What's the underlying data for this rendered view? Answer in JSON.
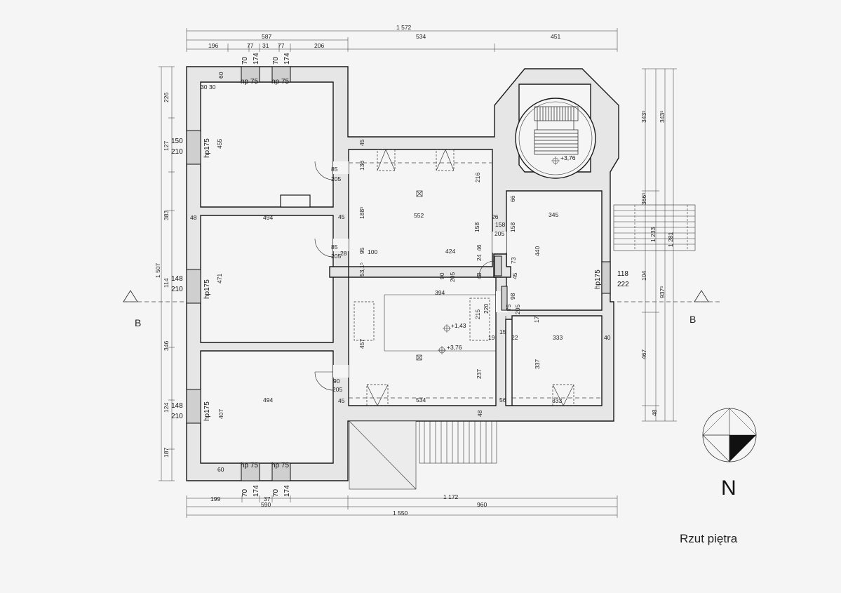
{
  "title": "Rzut piętra",
  "north": "N",
  "section_mark": "B",
  "levels": {
    "l1": "+1,43",
    "l2": "+3,76",
    "l3": "+3,76"
  },
  "dims": {
    "top_total": "1 572",
    "top_a": "587",
    "top_b": "534",
    "top_c": "451",
    "top_d": "196",
    "top_e": "77",
    "top_f": "31",
    "top_g": "77",
    "top_h": "206",
    "bot_a": "1 172",
    "bot_b": "960",
    "bot_c": "1 550",
    "bot_d": "590",
    "bot_e": "199",
    "bot_f": "37",
    "left_a": "226",
    "left_b": "127",
    "left_c": "383",
    "left_d": "1 507",
    "left_e": "114",
    "left_f": "346",
    "left_g": "124",
    "left_h": "187",
    "right_a": "343⁵",
    "right_b": "343⁵",
    "right_c": "366⁵",
    "right_d": "1 233",
    "right_e": "1 281",
    "right_f": "104",
    "right_g": "937⁵",
    "right_h": "467",
    "right_i": "48",
    "r1_w": "494",
    "r1_h": "455",
    "r2_w": "494",
    "r2_h": "471",
    "r3_w": "494",
    "r3_h": "407",
    "hall_w": "552",
    "hall_h": "216",
    "hall_a": "188⁵",
    "hall_b": "100",
    "hall_c": "424",
    "c_w": "394",
    "c_h": "457",
    "c_a": "237",
    "c_b": "534",
    "c_c": "48",
    "c_d": "56",
    "e_w": "345",
    "e_h": "440",
    "f_w": "333",
    "f_h": "337",
    "f_b": "333",
    "m1": "45",
    "m2": "136",
    "m3": "85",
    "m4": "205",
    "m5": "48",
    "m6": "45",
    "m7": "85",
    "m8": "205",
    "m9": "95",
    "m10": "28",
    "m11": "90",
    "m12": "205",
    "m13": "45",
    "m14": "26",
    "m15": "158",
    "m16": "205",
    "m17": "158",
    "m18": "158",
    "m19": "66",
    "m20": "90",
    "m21": "205",
    "m22": "24",
    "m23": "46",
    "m24": "73",
    "m25": "43",
    "m26": "45",
    "m27": "98",
    "m28": "75",
    "m29": "205",
    "m30": "215",
    "m31": "220",
    "m32": "19",
    "m33": "15",
    "m34": "22",
    "m35": "40",
    "m36": "17",
    "m37": "30",
    "m38": "30",
    "m39": "60",
    "m40": "60",
    "m41": "53,1⁵",
    "m42": "5"
  },
  "windows": {
    "w1": "hp 75",
    "w2": "hp 75",
    "w3": "hp 75",
    "w4": "hp 75",
    "w5": "hp175",
    "w6": "hp175",
    "w7": "hp175",
    "w8": "hp175",
    "w1s": "70",
    "w1h": "174",
    "w2s": "70",
    "w2h": "174",
    "w3s": "70",
    "w3h": "174",
    "w4s": "70",
    "w4h": "174",
    "w5a": "150",
    "w5b": "210",
    "w6a": "148",
    "w6b": "210",
    "w7a": "148",
    "w7b": "210",
    "w8a": "118",
    "w8b": "222"
  }
}
